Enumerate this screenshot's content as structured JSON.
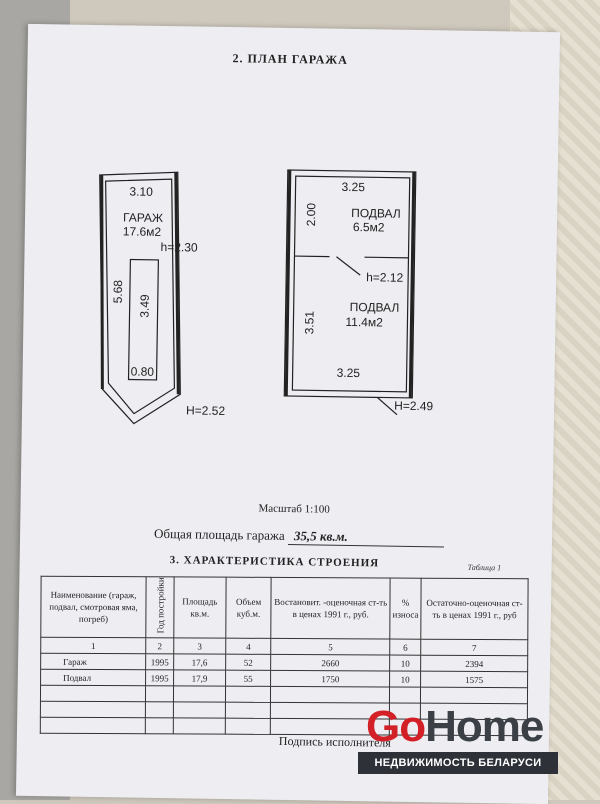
{
  "document": {
    "section2_title": "2. ПЛАН ГАРАЖА",
    "garage": {
      "width_top": "3.10",
      "name": "ГАРАЖ",
      "area": "17.6м2",
      "ceiling": "h=2.30",
      "length": "5.68",
      "pit_length": "3.49",
      "pit_width": "0.80",
      "outer_height": "H=2.52"
    },
    "basement": {
      "width_top": "3.25",
      "room1_depth": "2.00",
      "room1_name": "ПОДВАЛ",
      "room1_area": "6.5м2",
      "ceiling": "h=2.12",
      "room2_depth": "3.51",
      "room2_name": "ПОДВАЛ",
      "room2_area": "11.4м2",
      "width_bottom": "3.25",
      "outer_height": "H=2.49"
    },
    "scale": "Масштаб 1:100",
    "total_area_label": "Общая площадь гаража",
    "total_area_value": "35,5 кв.м.",
    "section3_title": "3. ХАРАКТЕРИСТИКА СТРОЕНИЯ",
    "table_label": "Таблица 1",
    "table": {
      "headers": [
        "Наименование (гараж, подвал, смотровая яма, погреб)",
        "Год постройки",
        "Площадь кв.м.",
        "Объем куб.м.",
        "Востановит. -оценочная ст-ть в ценах 1991 г., руб.",
        "% износа",
        "Остаточно-оценочная ст-ть в ценах 1991 г., руб"
      ],
      "numbers": [
        "1",
        "2",
        "3",
        "4",
        "5",
        "6",
        "7"
      ],
      "rows": [
        [
          "Гараж",
          "1995",
          "17,6",
          "52",
          "2660",
          "10",
          "2394"
        ],
        [
          "Подвал",
          "1995",
          "17,9",
          "55",
          "1750",
          "10",
          "1575"
        ]
      ]
    },
    "signature": "Подпись исполнителя"
  },
  "watermark": {
    "brand_go": "Go",
    "brand_home": "Home",
    "tagline": "НЕДВИЖИМОСТЬ БЕЛАРУСИ",
    "accent_color": "#d32027"
  }
}
